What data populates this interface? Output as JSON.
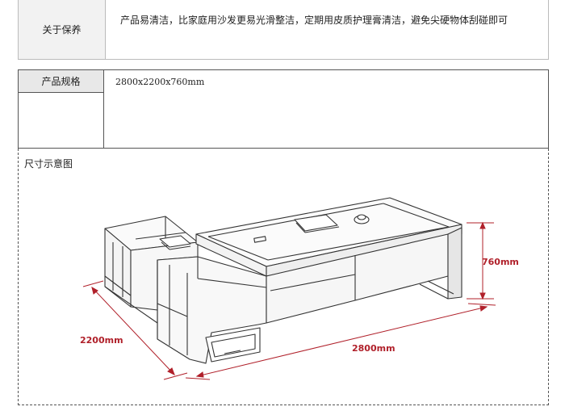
{
  "care": {
    "label": "关于保养",
    "text": "产品易清洁，比家庭用沙发更易光滑整洁，定期用皮质护理膏清洁，避免尖硬物体刮碰即可"
  },
  "spec": {
    "label": "产品规格",
    "value": "2800x2200x760mm"
  },
  "diagram": {
    "title": "尺寸示意图",
    "height_label": "760mm",
    "depth_label": "2200mm",
    "width_label": "2800mm"
  },
  "colors": {
    "dimension": "#b0202a",
    "line": "#333333"
  }
}
